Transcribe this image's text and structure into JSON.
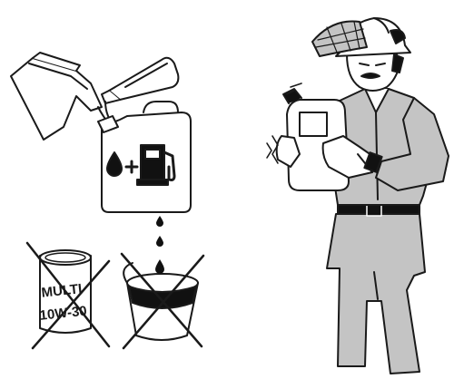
{
  "illustration": {
    "colors": {
      "line": "#1a1a1a",
      "fill_gray": "#c4c4c4",
      "fill_white": "#ffffff",
      "fill_black": "#111111"
    },
    "mix_panel": {
      "pouring_containers": [
        "measuring-jug-icon",
        "oil-bottle-icon"
      ],
      "canister_symbols": [
        "oil-drop-icon",
        "plus-icon",
        "fuel-pump-icon"
      ],
      "drips": 3,
      "prohibited_items": [
        {
          "name": "oil-can-icon",
          "label_lines": [
            "MULTI",
            "10W-30"
          ]
        },
        {
          "name": "bucket-icon"
        }
      ]
    },
    "operator": {
      "icons": [
        "forestry-helmet-icon",
        "shake-motion-icon",
        "fuel-canister-icon"
      ]
    }
  }
}
